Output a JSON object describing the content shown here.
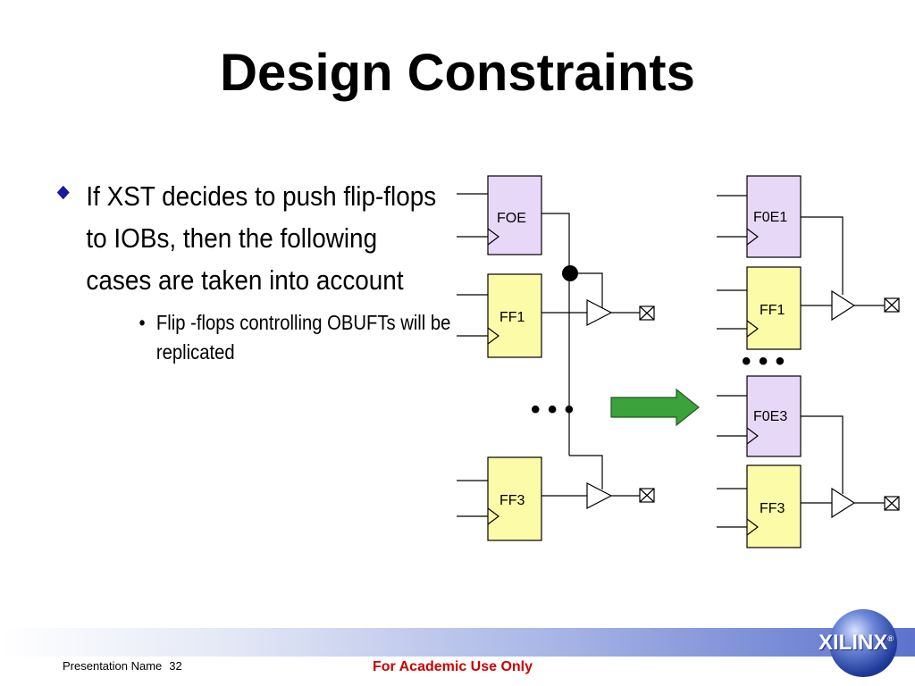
{
  "slide": {
    "title": "Design Constraints",
    "bullet_main": "If XST decides to push flip-flops to IOBs, then the following cases are taken into account",
    "bullet_sub": "Flip -flops controlling OBUFTs will be replicated",
    "sub_bullet_char": "•"
  },
  "diagram": {
    "left_blocks": [
      "FOE",
      "FF1",
      "FF3"
    ],
    "right_blocks": [
      "F0E1",
      "FF1",
      "F0E3",
      "FF3"
    ],
    "ellipsis": "• • •",
    "colors": {
      "purple_block": "#e8d8f8",
      "yellow_block": "#fbfba8",
      "arrow": "#3ca23c",
      "bullet_mark": "#1a1a9c"
    }
  },
  "footer": {
    "presentation_name": "Presentation Name",
    "page_number": "32",
    "center_text": "For Academic Use Only",
    "logo_text": "XILINX",
    "logo_mark": "®"
  }
}
